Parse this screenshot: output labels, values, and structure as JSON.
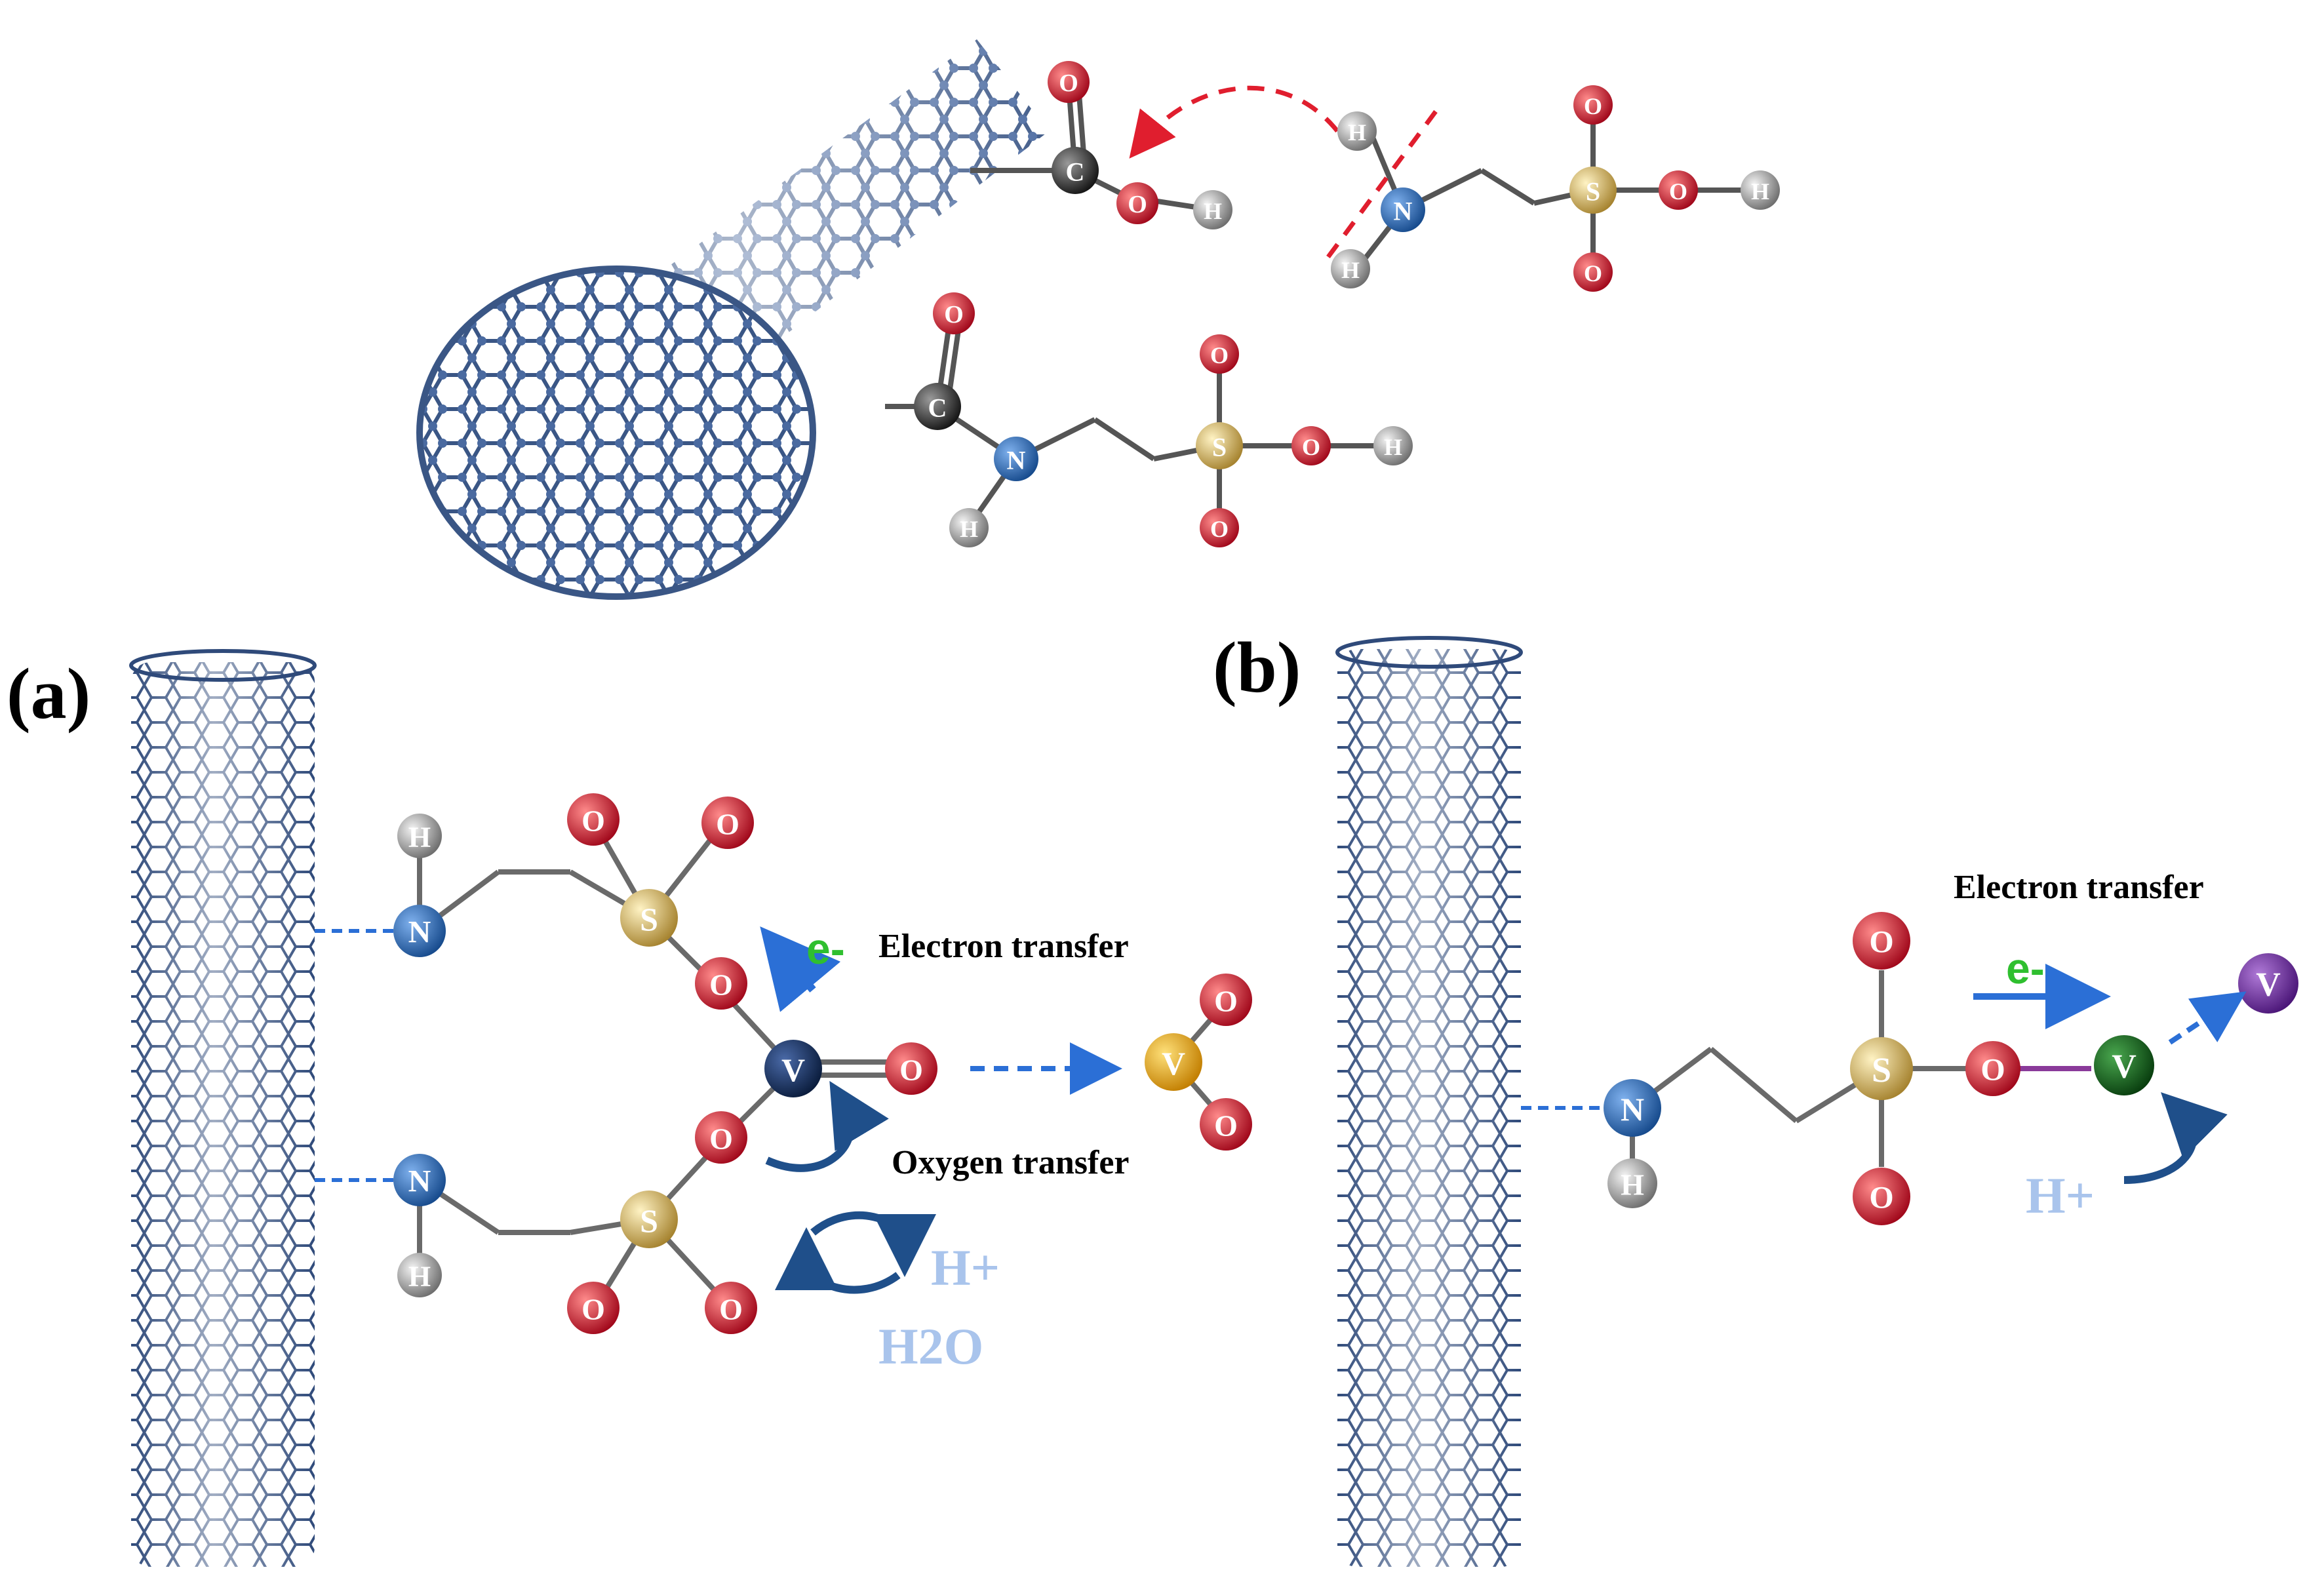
{
  "panels": {
    "a_label": "(a)",
    "b_label": "(b)"
  },
  "annotations": {
    "a_electron_transfer": "Electron transfer",
    "a_oxygen_transfer": "Oxygen transfer",
    "a_e_minus": "e-",
    "a_h_plus": "H+",
    "a_water": "H2O",
    "b_electron_transfer": "Electron transfer",
    "b_e_minus": "e-",
    "b_h_plus": "H+"
  },
  "atom_symbols": {
    "hydrogen": "H",
    "nitrogen": "N",
    "oxygen": "O",
    "carbon": "C",
    "sulfur": "S",
    "vanadium": "V"
  },
  "colors": {
    "hydrogen": "#9a9a9a",
    "nitrogen": "#1f5fae",
    "oxygen": "#cc0f24",
    "carbon": "#2b2b2b",
    "sulfur": "#c9a54a",
    "vanadium_a": "#0f2a55",
    "vanadium_gold": "#e0a100",
    "vanadium_green": "#0e5a16",
    "vanadium_purple": "#6a2a9a",
    "nanotube": "#2f4a7a",
    "dashed_blue": "#2b6fd6",
    "dashed_red": "#e01e2e",
    "curved_arrow": "#1f4f8a"
  }
}
